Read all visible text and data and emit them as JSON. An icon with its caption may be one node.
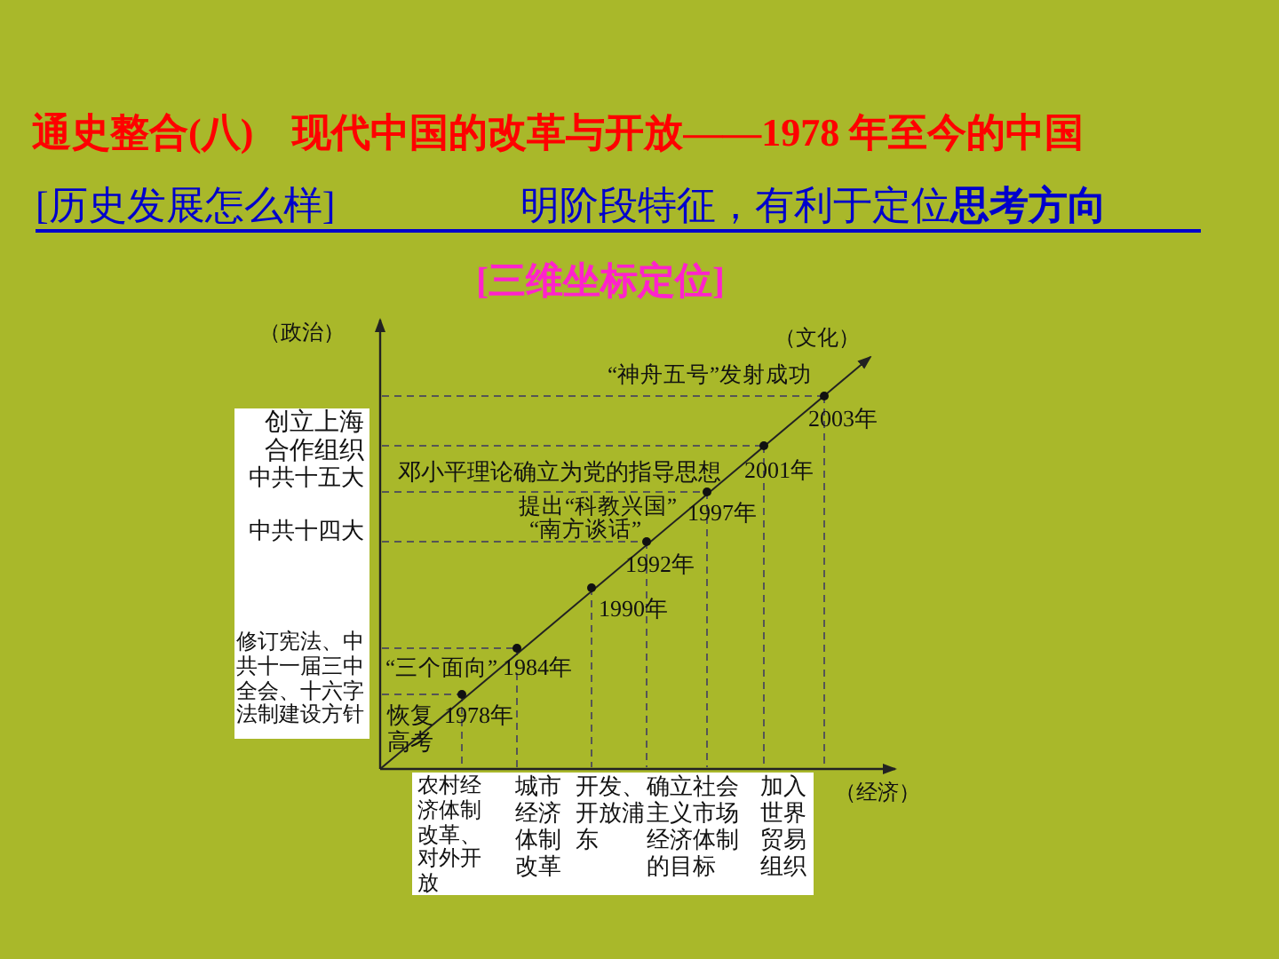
{
  "diagram": {
    "title": "通史整合(八)　现代中国的改革与开放——1978 年至今的中国",
    "labels": [
      "[历史发展怎么样]",
      "明阶段特征，有利于定位**思考方向**",
      "[三维坐标定位]",
      "（政治）",
      "（文化）",
      "“神舟五号”发射成功",
      "2003年",
      "创立上海合作组织",
      "中共十五大",
      "邓小平理论确立为党的指导思想",
      "2001年",
      "提出“科教兴国”",
      "1997年",
      "中共十四大",
      "“南方谈话”",
      "1992年",
      "1990年",
      "修订宪法、中共十一届三中全会、十六字法制建设方针",
      "“三个面向”",
      "1984年",
      "恢复高考",
      "1978年",
      "农村经济体制改革、对外开放",
      "城市经济体制改革",
      "开发、开放浦东",
      "确立社会主义市场经济体制的目标",
      "加入世界贸易组织",
      "（经济）"
    ]
  }
}
